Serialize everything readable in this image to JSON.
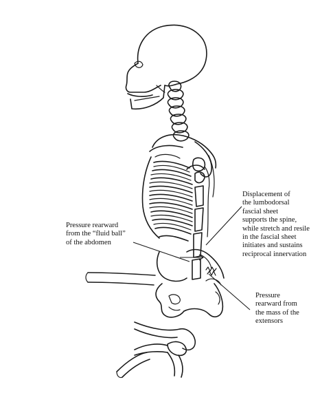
{
  "labels": {
    "abdomen_pressure": "Pressure rearward\nfrom the “fluid ball”\nof the abdomen",
    "fascial_sheet": "Displacement of\nthe lumbodorsal\nfascial sheet\nsupports the spine,\nwhile stretch and resile\nin the fascial sheet\ninitiates and sustains\nreciprocal innervation",
    "extensor_pressure": "Pressure\nrearward from\nthe mass of the\nextensors"
  },
  "colors": {
    "ink": "#1a1a1a",
    "background": "#ffffff"
  }
}
